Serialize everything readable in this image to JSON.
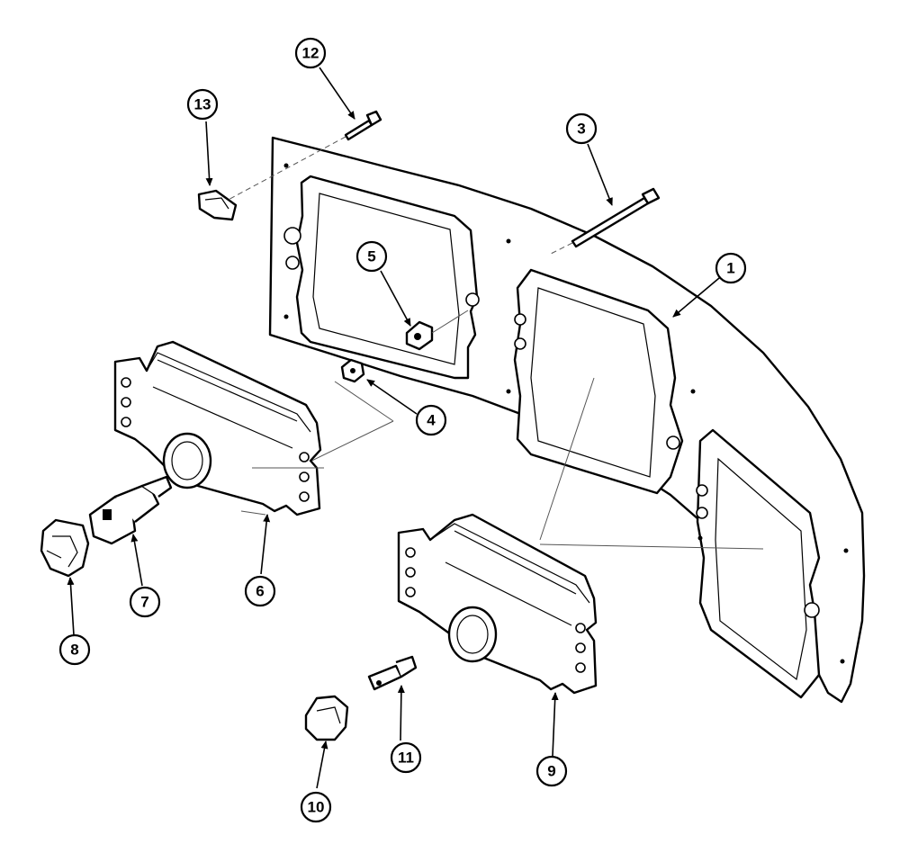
{
  "callouts": {
    "c1": "1",
    "c3": "3",
    "c4": "4",
    "c5": "5",
    "c6": "6",
    "c7": "7",
    "c8": "8",
    "c9": "9",
    "c10": "10",
    "c11": "11",
    "c12": "12",
    "c13": "13"
  },
  "icons": {
    "arrow": "arrow-head-icon"
  }
}
